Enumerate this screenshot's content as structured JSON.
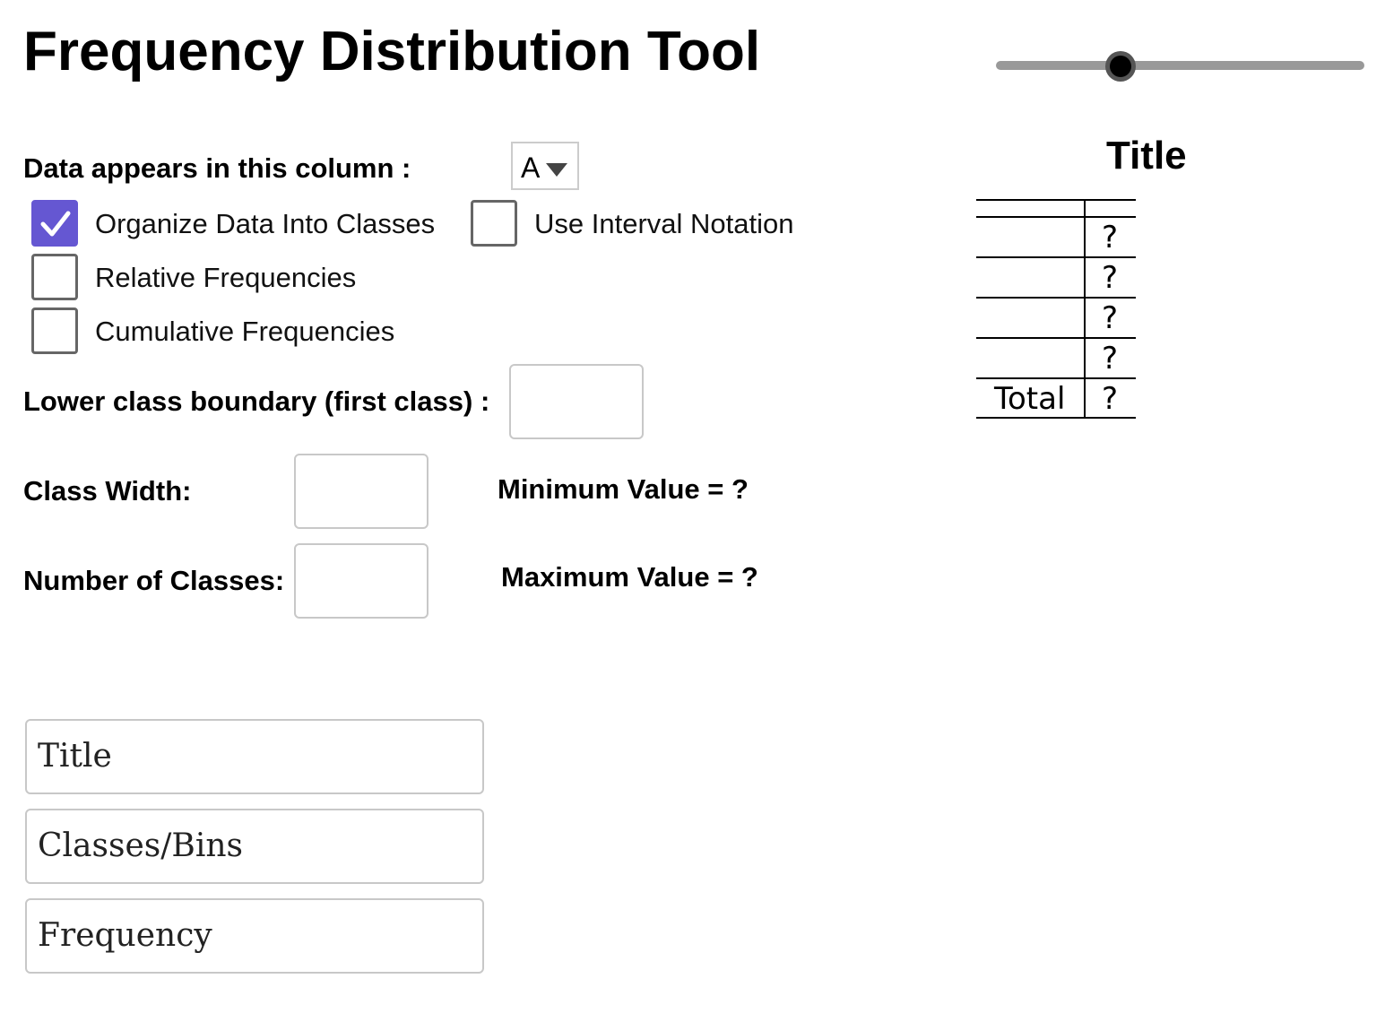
{
  "app": {
    "title": "Frequency Distribution Tool"
  },
  "settings": {
    "data_column_label": "Data appears in this column :",
    "data_column_value": "A",
    "checkboxes": {
      "organize": {
        "label": "Organize Data Into Classes",
        "checked": true
      },
      "interval": {
        "label": "Use Interval Notation",
        "checked": false
      },
      "relative": {
        "label": "Relative Frequencies",
        "checked": false
      },
      "cumulative": {
        "label": "Cumulative Frequencies",
        "checked": false
      }
    },
    "lower_boundary_label": "Lower class boundary (first class) :",
    "lower_boundary_value": "",
    "class_width_label": "Class Width:",
    "class_width_value": "",
    "num_classes_label": "Number of Classes:",
    "num_classes_value": "",
    "min_value_text": "Minimum Value = ?",
    "max_value_text": "Maximum Value = ?"
  },
  "header_fields": {
    "title": "Title",
    "classes": "Classes/Bins",
    "frequency": "Frequency"
  },
  "table": {
    "title": "Title",
    "rows": [
      "?",
      "?",
      "?",
      "?"
    ],
    "total_label": "Total",
    "total_value": "?"
  }
}
